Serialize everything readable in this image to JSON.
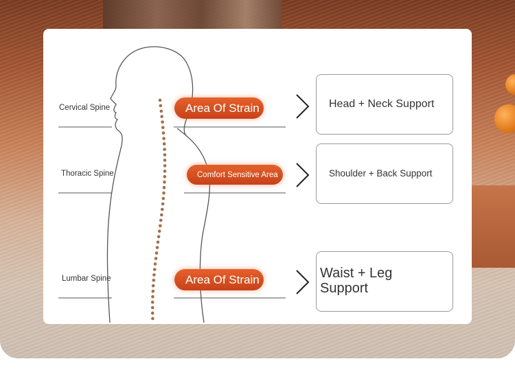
{
  "colors": {
    "accent": "#d9501f",
    "line": "#555555",
    "spine_dot": "#a0704a"
  },
  "rows": [
    {
      "spine": "Cervical Spine",
      "strain": "Area Of Strain",
      "support": "Head + Neck Support"
    },
    {
      "spine": "Thoracic Spine",
      "strain": "Comfort Sensitive Area",
      "support": "Shoulder + Back Support"
    },
    {
      "spine": "Lumbar Spine",
      "strain": "Area Of Strain",
      "support": "Waist + Leg Support"
    }
  ],
  "icons": [
    "chevron-right-icon",
    "chevron-right-icon",
    "chevron-right-icon"
  ]
}
